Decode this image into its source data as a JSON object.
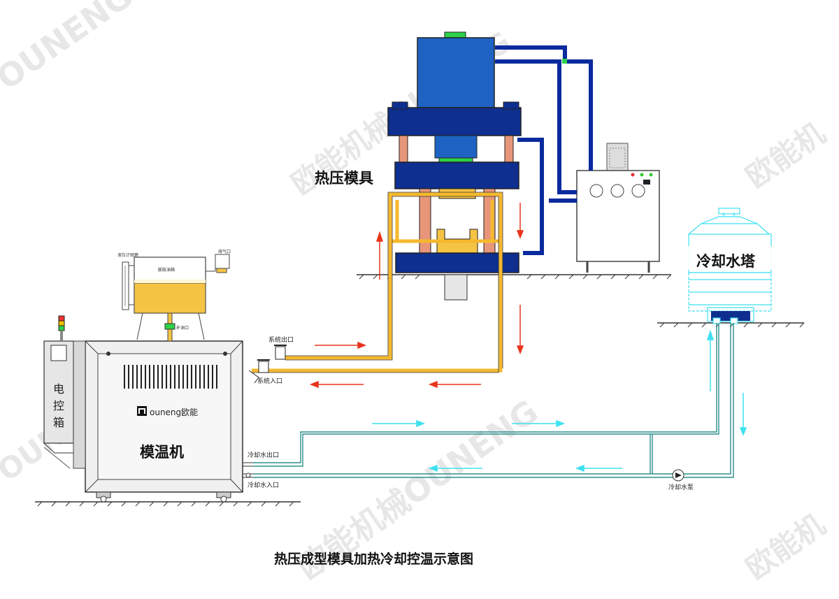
{
  "title": "热压成型模具加热冷却控温示意图",
  "labels": {
    "press": "热压模具",
    "cooling_tower": "冷却水塔",
    "mold_machine": "模温机",
    "control_box_chars": [
      "电",
      "控",
      "箱"
    ],
    "brand": "ouneng欧能",
    "expansion_tank": "膨胀油箱",
    "level_gauge": "液位计观察",
    "vent": "排气口",
    "tank_fill": "补油口",
    "system_out": "系统出口",
    "system_in": "系统入口",
    "cooling_out": "冷却水出口",
    "cooling_in": "冷却水入口",
    "cooling_pump": "冷却水泵"
  },
  "watermarks": {
    "latin": "OUNENG",
    "cn": "欧能机械OUNENG",
    "cn_short": "欧能机"
  },
  "colors": {
    "hydraulic_blue": "#0a2a9e",
    "press_block": "#1e63c4",
    "oil_orange": "#f5b82e",
    "cooling_cyan": "#3ee0f0",
    "flow_red": "#e8341c",
    "pillar": "#e8967a"
  }
}
